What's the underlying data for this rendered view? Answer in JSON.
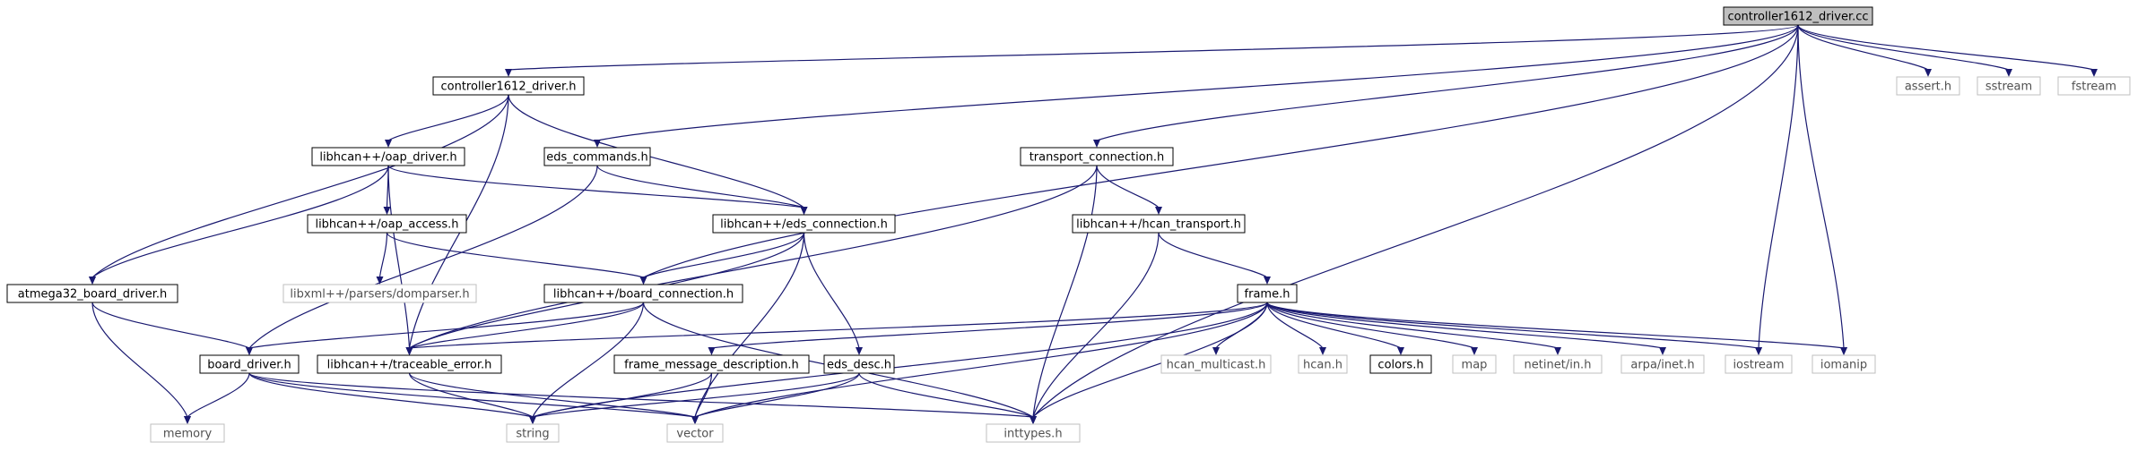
{
  "graph": {
    "root": "controller1612_driver.cc",
    "nodes": [
      {
        "id": "root",
        "label": "controller1612_driver.cc",
        "kind": "root"
      },
      {
        "id": "ctrl_h",
        "label": "controller1612_driver.h",
        "kind": "project"
      },
      {
        "id": "oap_driver",
        "label": "libhcan++/oap_driver.h",
        "kind": "project"
      },
      {
        "id": "eds_commands",
        "label": "eds_commands.h",
        "kind": "project"
      },
      {
        "id": "transport_connection",
        "label": "transport_connection.h",
        "kind": "project"
      },
      {
        "id": "oap_access",
        "label": "libhcan++/oap_access.h",
        "kind": "project"
      },
      {
        "id": "eds_connection",
        "label": "libhcan++/eds_connection.h",
        "kind": "project"
      },
      {
        "id": "hcan_transport",
        "label": "libhcan++/hcan_transport.h",
        "kind": "project"
      },
      {
        "id": "atmega",
        "label": "atmega32_board_driver.h",
        "kind": "project"
      },
      {
        "id": "domparser",
        "label": "libxml++/parsers/domparser.h",
        "kind": "system"
      },
      {
        "id": "board_connection",
        "label": "libhcan++/board_connection.h",
        "kind": "project"
      },
      {
        "id": "frame",
        "label": "frame.h",
        "kind": "project"
      },
      {
        "id": "board_driver",
        "label": "board_driver.h",
        "kind": "project"
      },
      {
        "id": "traceable_error",
        "label": "libhcan++/traceable_error.h",
        "kind": "project"
      },
      {
        "id": "frame_msg_desc",
        "label": "frame_message_description.h",
        "kind": "project"
      },
      {
        "id": "eds_desc",
        "label": "eds_desc.h",
        "kind": "project"
      },
      {
        "id": "hcan_multicast",
        "label": "hcan_multicast.h",
        "kind": "system"
      },
      {
        "id": "hcan",
        "label": "hcan.h",
        "kind": "system"
      },
      {
        "id": "colors",
        "label": "colors.h",
        "kind": "project"
      },
      {
        "id": "map",
        "label": "map",
        "kind": "system"
      },
      {
        "id": "netinet",
        "label": "netinet/in.h",
        "kind": "system"
      },
      {
        "id": "arpa",
        "label": "arpa/inet.h",
        "kind": "system"
      },
      {
        "id": "iostream",
        "label": "iostream",
        "kind": "system"
      },
      {
        "id": "iomanip",
        "label": "iomanip",
        "kind": "system"
      },
      {
        "id": "assert",
        "label": "assert.h",
        "kind": "system"
      },
      {
        "id": "sstream",
        "label": "sstream",
        "kind": "system"
      },
      {
        "id": "fstream",
        "label": "fstream",
        "kind": "system"
      },
      {
        "id": "memory",
        "label": "memory",
        "kind": "system"
      },
      {
        "id": "string",
        "label": "string",
        "kind": "system"
      },
      {
        "id": "vector",
        "label": "vector",
        "kind": "system"
      },
      {
        "id": "inttypes",
        "label": "inttypes.h",
        "kind": "system"
      }
    ],
    "edges": [
      [
        "root",
        "ctrl_h"
      ],
      [
        "root",
        "eds_commands"
      ],
      [
        "root",
        "board_connection"
      ],
      [
        "root",
        "transport_connection"
      ],
      [
        "root",
        "assert"
      ],
      [
        "root",
        "sstream"
      ],
      [
        "root",
        "fstream"
      ],
      [
        "root",
        "iostream"
      ],
      [
        "root",
        "iomanip"
      ],
      [
        "root",
        "inttypes"
      ],
      [
        "ctrl_h",
        "oap_driver"
      ],
      [
        "ctrl_h",
        "atmega"
      ],
      [
        "ctrl_h",
        "eds_connection"
      ],
      [
        "ctrl_h",
        "traceable_error"
      ],
      [
        "oap_driver",
        "oap_access"
      ],
      [
        "oap_driver",
        "eds_connection"
      ],
      [
        "oap_driver",
        "atmega"
      ],
      [
        "oap_driver",
        "traceable_error"
      ],
      [
        "eds_commands",
        "eds_connection"
      ],
      [
        "eds_commands",
        "board_driver"
      ],
      [
        "transport_connection",
        "hcan_transport"
      ],
      [
        "transport_connection",
        "traceable_error"
      ],
      [
        "transport_connection",
        "inttypes"
      ],
      [
        "oap_access",
        "domparser"
      ],
      [
        "oap_access",
        "board_connection"
      ],
      [
        "eds_connection",
        "board_connection"
      ],
      [
        "eds_connection",
        "eds_desc"
      ],
      [
        "eds_connection",
        "traceable_error"
      ],
      [
        "eds_connection",
        "vector"
      ],
      [
        "hcan_transport",
        "frame"
      ],
      [
        "hcan_transport",
        "inttypes"
      ],
      [
        "atmega",
        "board_driver"
      ],
      [
        "atmega",
        "memory"
      ],
      [
        "board_connection",
        "board_driver"
      ],
      [
        "board_connection",
        "traceable_error"
      ],
      [
        "board_connection",
        "inttypes"
      ],
      [
        "board_connection",
        "string"
      ],
      [
        "frame",
        "traceable_error"
      ],
      [
        "frame",
        "frame_msg_desc"
      ],
      [
        "frame",
        "hcan_multicast"
      ],
      [
        "frame",
        "hcan"
      ],
      [
        "frame",
        "colors"
      ],
      [
        "frame",
        "map"
      ],
      [
        "frame",
        "netinet"
      ],
      [
        "frame",
        "arpa"
      ],
      [
        "frame",
        "iostream"
      ],
      [
        "frame",
        "iomanip"
      ],
      [
        "frame",
        "inttypes"
      ],
      [
        "frame",
        "vector"
      ],
      [
        "frame",
        "string"
      ],
      [
        "board_driver",
        "memory"
      ],
      [
        "board_driver",
        "string"
      ],
      [
        "board_driver",
        "vector"
      ],
      [
        "board_driver",
        "inttypes"
      ],
      [
        "traceable_error",
        "string"
      ],
      [
        "traceable_error",
        "vector"
      ],
      [
        "frame_msg_desc",
        "string"
      ],
      [
        "frame_msg_desc",
        "vector"
      ],
      [
        "eds_desc",
        "string"
      ],
      [
        "eds_desc",
        "vector"
      ],
      [
        "eds_desc",
        "inttypes"
      ]
    ]
  },
  "colors": {
    "edge": "#191970",
    "root_fill": "#bfbfbf",
    "system_border": "#bfbfbf",
    "system_text": "#505050"
  }
}
